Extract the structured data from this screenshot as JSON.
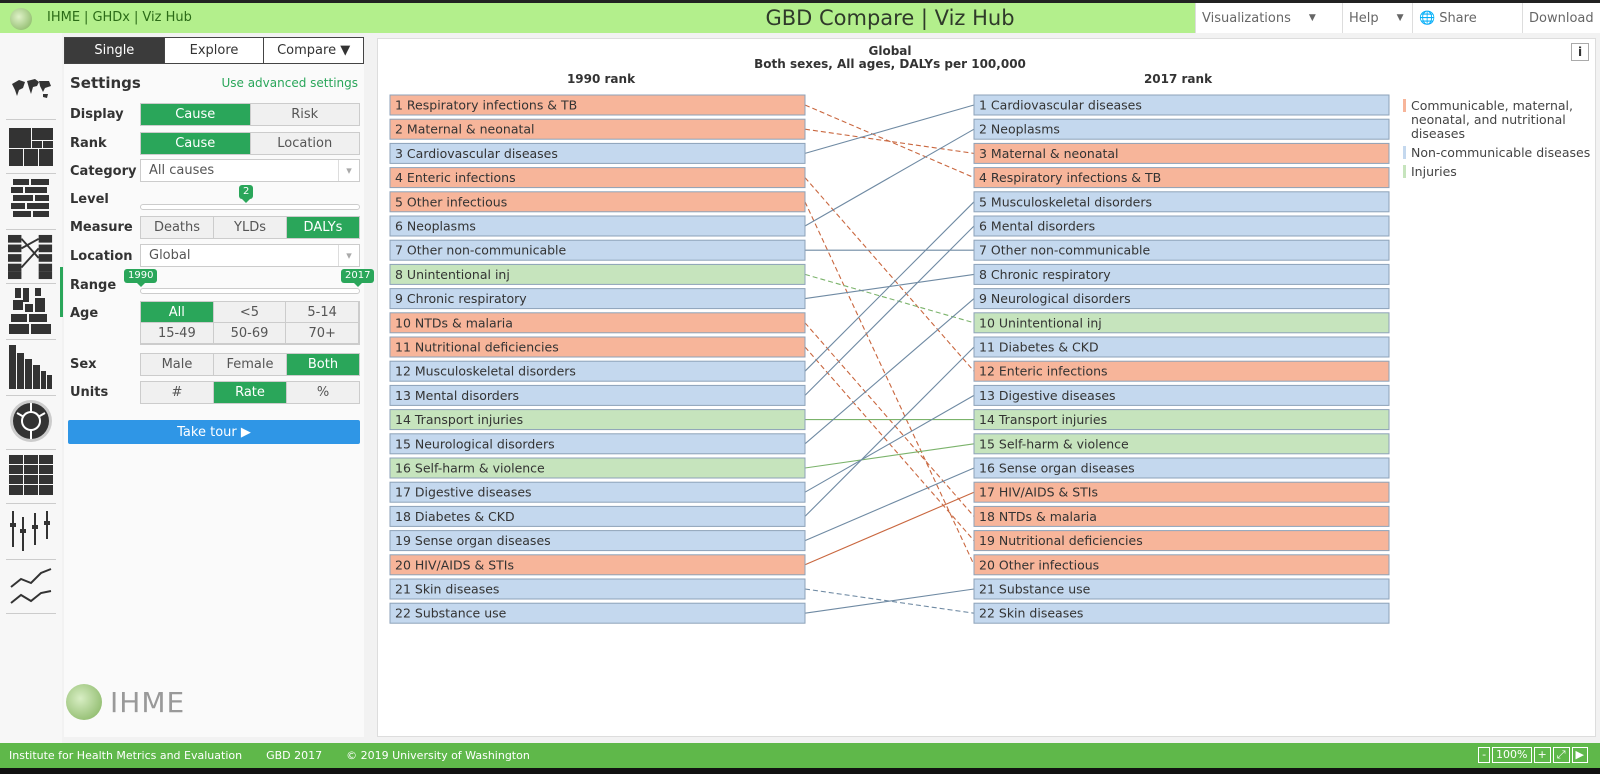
{
  "header": {
    "brand": [
      "IHME",
      "GHDx",
      "Viz Hub"
    ],
    "title": "GBD Compare | Viz Hub",
    "menus": [
      {
        "label": "Visualizations",
        "caret": true
      },
      {
        "label": "Help",
        "caret": true
      },
      {
        "label": "Share",
        "globe": true
      },
      {
        "label": "Download"
      }
    ]
  },
  "panel": {
    "tabs": [
      {
        "label": "Single",
        "on": true
      },
      {
        "label": "Explore",
        "on": false
      },
      {
        "label": "Compare",
        "on": false,
        "caret": true
      }
    ],
    "settings_title": "Settings",
    "advanced_link": "Use advanced settings",
    "display": {
      "label": "Display",
      "options": [
        "Cause",
        "Risk"
      ],
      "selected": 0
    },
    "rank": {
      "label": "Rank",
      "options": [
        "Cause",
        "Location"
      ],
      "selected": 0
    },
    "category": {
      "label": "Category",
      "value": "All causes"
    },
    "level": {
      "label": "Level",
      "value": "2",
      "fraction": 0.5
    },
    "measure": {
      "label": "Measure",
      "options": [
        "Deaths",
        "YLDs",
        "DALYs"
      ],
      "selected": 2
    },
    "location": {
      "label": "Location",
      "value": "Global"
    },
    "range": {
      "label": "Range",
      "start": "1990",
      "end": "2017"
    },
    "age": {
      "label": "Age",
      "options": [
        "All",
        "<5",
        "5-14",
        "15-49",
        "50-69",
        "70+"
      ],
      "selected": 0
    },
    "sex": {
      "label": "Sex",
      "options": [
        "Male",
        "Female",
        "Both"
      ],
      "selected": 2
    },
    "units": {
      "label": "Units",
      "options": [
        "#",
        "Rate",
        "%"
      ],
      "selected": 1
    },
    "tour": "Take tour ▶",
    "logo_text": "IHME"
  },
  "chart": {
    "title": "Global",
    "subtitle": "Both sexes, All ages, DALYs per 100,000",
    "left_header": "1990 rank",
    "right_header": "2017 rank",
    "colors": {
      "cmnn": "#f7b59a",
      "ncd": "#c4d8ee",
      "inj": "#c6e4bd",
      "cmnn_line": "#c9673f",
      "ncd_line": "#6f8aa3",
      "inj_line": "#7bb36b",
      "border": "#8da2b8"
    },
    "legend": [
      {
        "label": "Communicable, maternal, neonatal, and nutritional diseases",
        "cat": "cmnn"
      },
      {
        "label": "Non-communicable diseases",
        "cat": "ncd"
      },
      {
        "label": "Injuries",
        "cat": "inj"
      }
    ],
    "left": [
      {
        "label": "1 Respiratory infections & TB",
        "cat": "cmnn",
        "to": 4
      },
      {
        "label": "2 Maternal & neonatal",
        "cat": "cmnn",
        "to": 3
      },
      {
        "label": "3 Cardiovascular diseases",
        "cat": "ncd",
        "to": 1
      },
      {
        "label": "4 Enteric infections",
        "cat": "cmnn",
        "to": 12
      },
      {
        "label": "5 Other infectious",
        "cat": "cmnn",
        "to": 20
      },
      {
        "label": "6 Neoplasms",
        "cat": "ncd",
        "to": 2
      },
      {
        "label": "7 Other non-communicable",
        "cat": "ncd",
        "to": 7
      },
      {
        "label": "8 Unintentional inj",
        "cat": "inj",
        "to": 10
      },
      {
        "label": "9 Chronic respiratory",
        "cat": "ncd",
        "to": 8
      },
      {
        "label": "10 NTDs & malaria",
        "cat": "cmnn",
        "to": 18
      },
      {
        "label": "11 Nutritional deficiencies",
        "cat": "cmnn",
        "to": 19
      },
      {
        "label": "12 Musculoskeletal disorders",
        "cat": "ncd",
        "to": 5
      },
      {
        "label": "13 Mental disorders",
        "cat": "ncd",
        "to": 6
      },
      {
        "label": "14 Transport injuries",
        "cat": "inj",
        "to": 14
      },
      {
        "label": "15 Neurological disorders",
        "cat": "ncd",
        "to": 9
      },
      {
        "label": "16 Self-harm & violence",
        "cat": "inj",
        "to": 15
      },
      {
        "label": "17 Digestive diseases",
        "cat": "ncd",
        "to": 13
      },
      {
        "label": "18 Diabetes & CKD",
        "cat": "ncd",
        "to": 11
      },
      {
        "label": "19 Sense organ diseases",
        "cat": "ncd",
        "to": 16
      },
      {
        "label": "20 HIV/AIDS & STIs",
        "cat": "cmnn",
        "to": 17
      },
      {
        "label": "21 Skin diseases",
        "cat": "ncd",
        "to": 22
      },
      {
        "label": "22 Substance use",
        "cat": "ncd",
        "to": 21
      }
    ],
    "right": [
      {
        "label": "1 Cardiovascular diseases",
        "cat": "ncd"
      },
      {
        "label": "2 Neoplasms",
        "cat": "ncd"
      },
      {
        "label": "3 Maternal & neonatal",
        "cat": "cmnn"
      },
      {
        "label": "4 Respiratory infections & TB",
        "cat": "cmnn"
      },
      {
        "label": "5 Musculoskeletal disorders",
        "cat": "ncd"
      },
      {
        "label": "6 Mental disorders",
        "cat": "ncd"
      },
      {
        "label": "7 Other non-communicable",
        "cat": "ncd"
      },
      {
        "label": "8 Chronic respiratory",
        "cat": "ncd"
      },
      {
        "label": "9 Neurological disorders",
        "cat": "ncd"
      },
      {
        "label": "10 Unintentional inj",
        "cat": "inj"
      },
      {
        "label": "11 Diabetes & CKD",
        "cat": "ncd"
      },
      {
        "label": "12 Enteric infections",
        "cat": "cmnn"
      },
      {
        "label": "13 Digestive diseases",
        "cat": "ncd"
      },
      {
        "label": "14 Transport injuries",
        "cat": "inj"
      },
      {
        "label": "15 Self-harm & violence",
        "cat": "inj"
      },
      {
        "label": "16 Sense organ diseases",
        "cat": "ncd"
      },
      {
        "label": "17 HIV/AIDS & STIs",
        "cat": "cmnn"
      },
      {
        "label": "18 NTDs & malaria",
        "cat": "cmnn"
      },
      {
        "label": "19 Nutritional deficiencies",
        "cat": "cmnn"
      },
      {
        "label": "20 Other infectious",
        "cat": "cmnn"
      },
      {
        "label": "21 Substance use",
        "cat": "ncd"
      },
      {
        "label": "22 Skin diseases",
        "cat": "ncd"
      }
    ]
  },
  "footer": {
    "items": [
      "Institute for Health Metrics and Evaluation",
      "GBD 2017",
      "© 2019 University of Washington"
    ],
    "zoom": "100%",
    "zoom_controls": [
      "-",
      "+",
      "⤢",
      "▶"
    ]
  }
}
